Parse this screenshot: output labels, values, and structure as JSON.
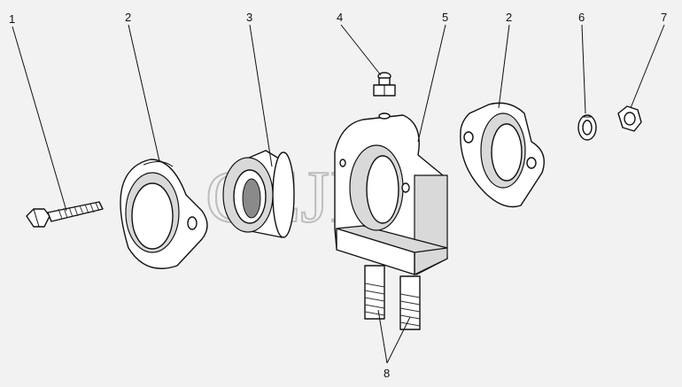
{
  "watermark": "CEJIM",
  "callouts": [
    "1",
    "2",
    "3",
    "4",
    "5",
    "2",
    "6",
    "7",
    "8"
  ],
  "parts": [
    {
      "name": "bolt-icon"
    },
    {
      "name": "flange-icon"
    },
    {
      "name": "bearing-icon"
    },
    {
      "name": "grease-fitting-icon"
    },
    {
      "name": "bearing-housing-icon"
    },
    {
      "name": "flange-icon"
    },
    {
      "name": "lock-washer-icon"
    },
    {
      "name": "nut-icon"
    },
    {
      "name": "studs-icon"
    }
  ]
}
